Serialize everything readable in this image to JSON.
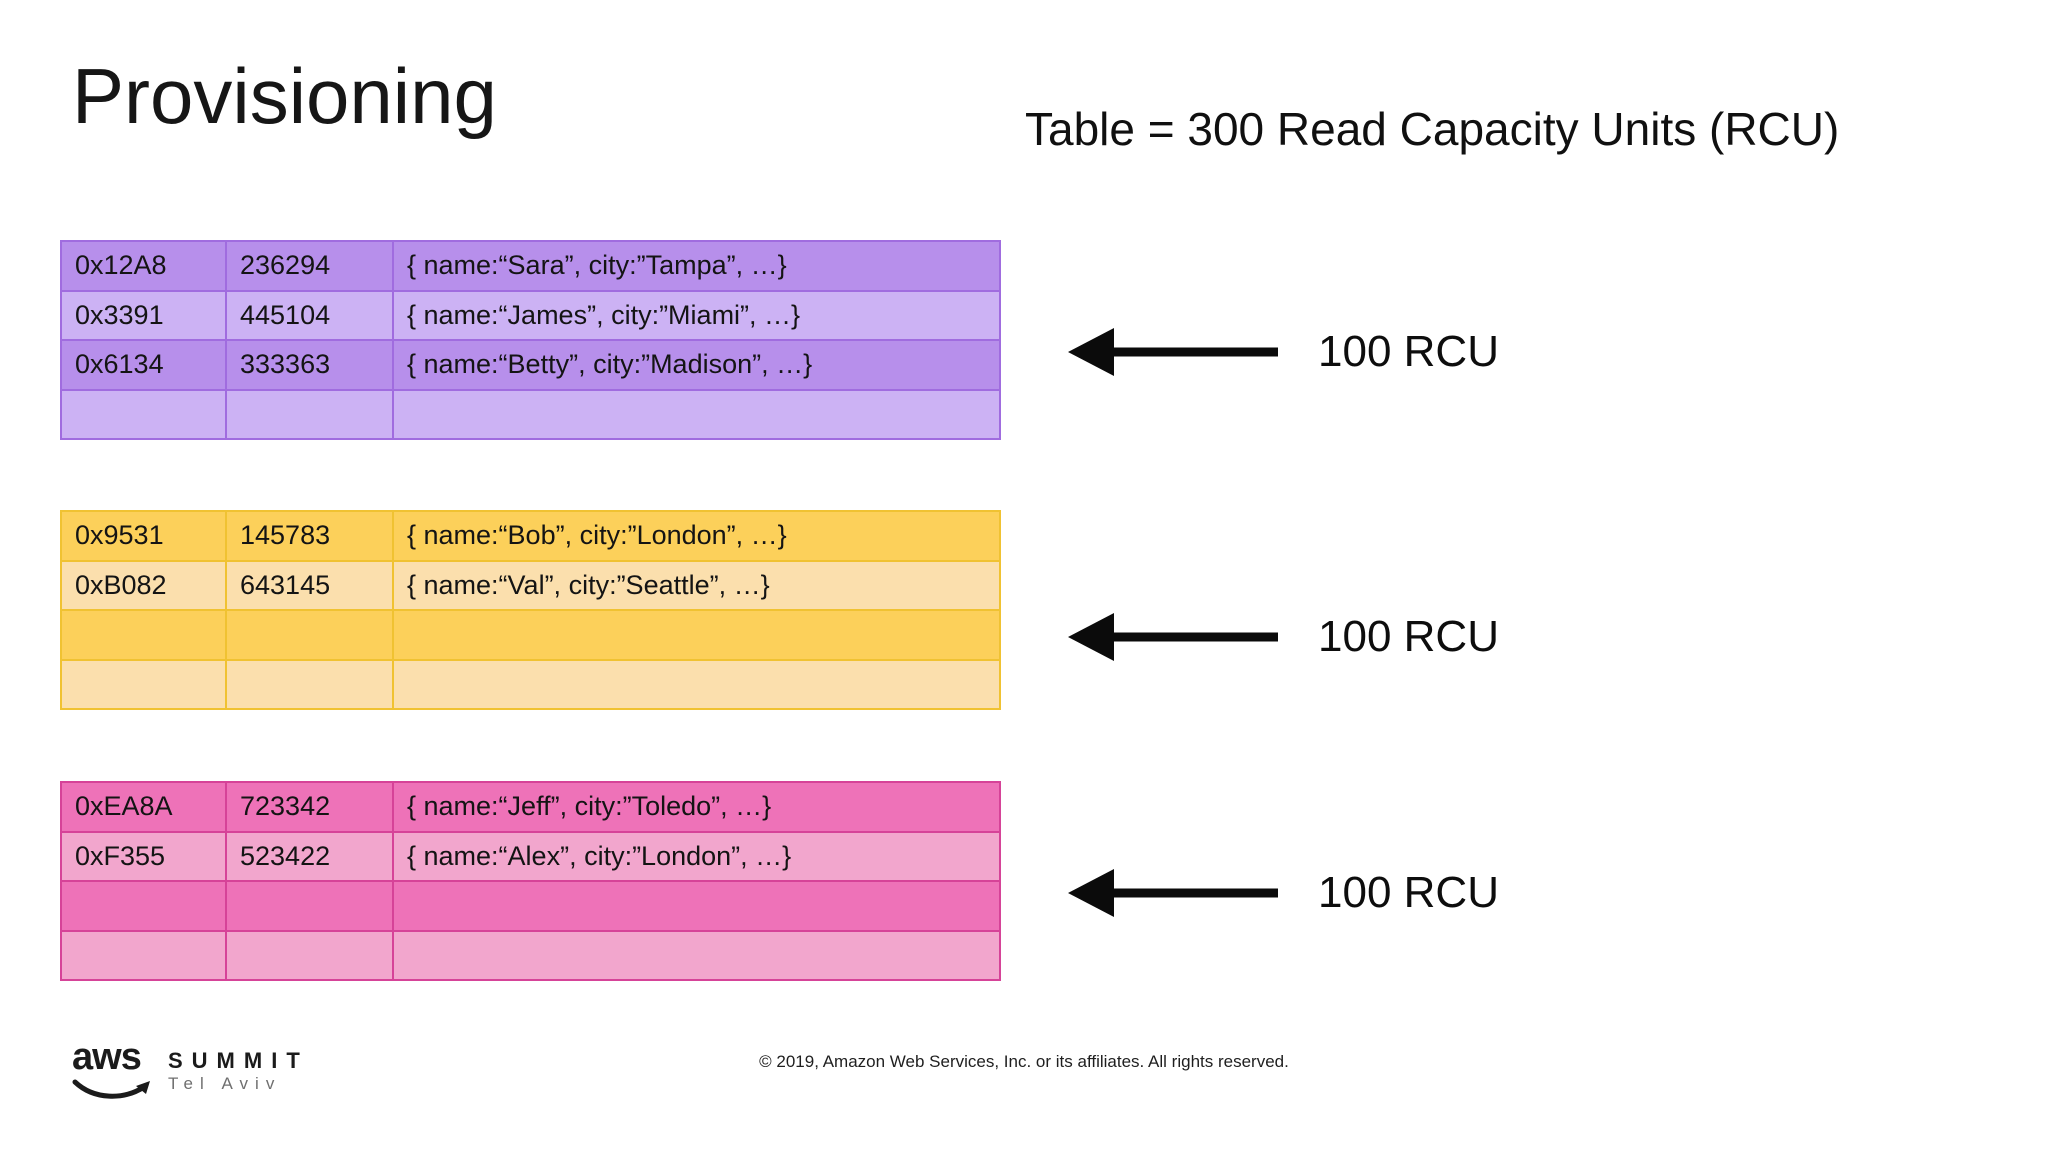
{
  "slide": {
    "title": "Provisioning",
    "heading": "Table = 300 Read Capacity Units (RCU)",
    "background_color": "#ffffff",
    "text_color": "#141414"
  },
  "tables": [
    {
      "name": "partition-1-purple",
      "border_color": "#a06cdf",
      "row_dark_color": "#b78feb",
      "row_light_color": "#ccb2f4",
      "rows": [
        [
          "0x12A8",
          "236294",
          "{ name:“Sara”, city:”Tampa”, …}"
        ],
        [
          "0x3391",
          "445104",
          "{ name:“James”, city:”Miami”, …}"
        ],
        [
          "0x6134",
          "333363",
          "{ name:“Betty”, city:”Madison”, …}"
        ],
        [
          "",
          "",
          ""
        ]
      ]
    },
    {
      "name": "partition-2-gold",
      "border_color": "#f0c232",
      "row_dark_color": "#fcd05a",
      "row_light_color": "#fbdfad",
      "rows": [
        [
          "0x9531",
          "145783",
          "{ name:“Bob”, city:”London”, …}"
        ],
        [
          "0xB082",
          "643145",
          "{ name:“Val”, city:”Seattle”, …}"
        ],
        [
          "",
          "",
          ""
        ],
        [
          "",
          "",
          ""
        ]
      ]
    },
    {
      "name": "partition-3-pink",
      "border_color": "#d64398",
      "row_dark_color": "#ee72b8",
      "row_light_color": "#f2a6cd",
      "rows": [
        [
          "0xEA8A",
          "723342",
          "{ name:“Jeff”, city:”Toledo”, …}"
        ],
        [
          "0xF355",
          "523422",
          "{ name:“Alex”, city:”London”, …}"
        ],
        [
          "",
          "",
          ""
        ],
        [
          "",
          "",
          ""
        ]
      ]
    }
  ],
  "arrows": [
    {
      "label": "100 RCU"
    },
    {
      "label": "100 RCU"
    },
    {
      "label": "100 RCU"
    }
  ],
  "footer": {
    "logo_text": "aws",
    "summit": "SUMMIT",
    "location": "Tel Aviv",
    "copyright": "© 2019, Amazon Web Services, Inc. or its affiliates. All rights reserved."
  }
}
